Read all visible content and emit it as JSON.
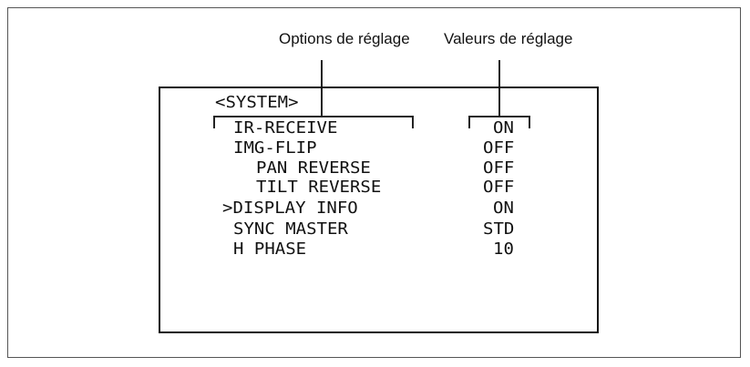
{
  "captions": {
    "options": "Options de réglage",
    "values": "Valeurs de réglage"
  },
  "menu": {
    "title": "<SYSTEM>",
    "rows": [
      {
        "label": "IR-RECEIVE",
        "value": "ON"
      },
      {
        "label": "IMG-FLIP",
        "value": "OFF"
      },
      {
        "label": "PAN REVERSE",
        "value": "OFF"
      },
      {
        "label": "TILT REVERSE",
        "value": "OFF"
      },
      {
        "label": ">DISPLAY INFO",
        "value": "ON"
      },
      {
        "label": "SYNC MASTER",
        "value": "STD"
      },
      {
        "label": "H PHASE",
        "value": "10"
      }
    ]
  }
}
